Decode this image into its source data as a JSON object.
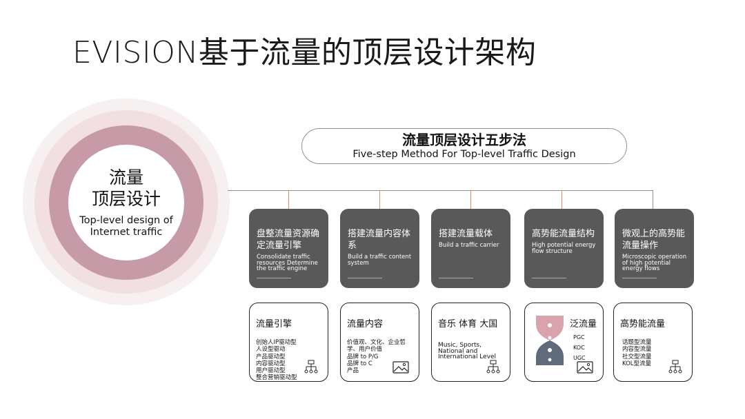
{
  "slide": {
    "title": "EVISION基于流量的顶层设计架构"
  },
  "center": {
    "zh_line1": "流量",
    "zh_line2": "顶层设计",
    "en_line1": "Top-level design of",
    "en_line2": "Internet traffic"
  },
  "header": {
    "zh": "流量顶层设计五步法",
    "en": "Five-step Method For Top-level Traffic Design"
  },
  "colors": {
    "step_box": "#595959",
    "connector": "#8f8f9b",
    "accent_line": "#e08a5a",
    "ring_mid": "#c79aa7",
    "ring_light": "#f1dfe3"
  },
  "steps": [
    {
      "zh": "盘整流量资源确定流量引擎",
      "en": "Consolidate traffic resources Determine the traffic engine"
    },
    {
      "zh": "搭建流量内容体系",
      "en": "Build a traffic content system"
    },
    {
      "zh": "搭建流量载体",
      "en": "Build a traffic carrier"
    },
    {
      "zh": "高势能流量结构",
      "en": "High potential energy flow structure"
    },
    {
      "zh": "微观上的高势能流量操作",
      "en": "Microscopic operation of high potential energy flows"
    }
  ],
  "cards": [
    {
      "title": "流量引擎",
      "items": [
        "创始人IP驱动型",
        "人设型驱动",
        "产品驱动型",
        "内容驱动型",
        "用户驱动型",
        "整合营销驱动型"
      ],
      "icon": "hierarchy-icon"
    },
    {
      "title": "流量内容",
      "items": [
        "价值观、文化、企业哲",
        "学、用户价值",
        "品牌 to P/G",
        "品牌 to C",
        "产品"
      ],
      "icon": "image-icon"
    },
    {
      "title": "音乐 体育 大国",
      "items": [
        "Music, Sports,",
        "National and",
        "International Level"
      ],
      "icon": "hierarchy-icon"
    },
    {
      "title": "泛流量",
      "items": [
        "PGC",
        "KOC",
        "UGC"
      ],
      "icon": "image-icon",
      "graphic": "hourglass-icon"
    },
    {
      "title": "高势能流量",
      "items": [
        "话题型流量",
        "内容型流量",
        "社交型流量",
        "KOL型流量"
      ],
      "icon": "hierarchy-icon"
    }
  ]
}
